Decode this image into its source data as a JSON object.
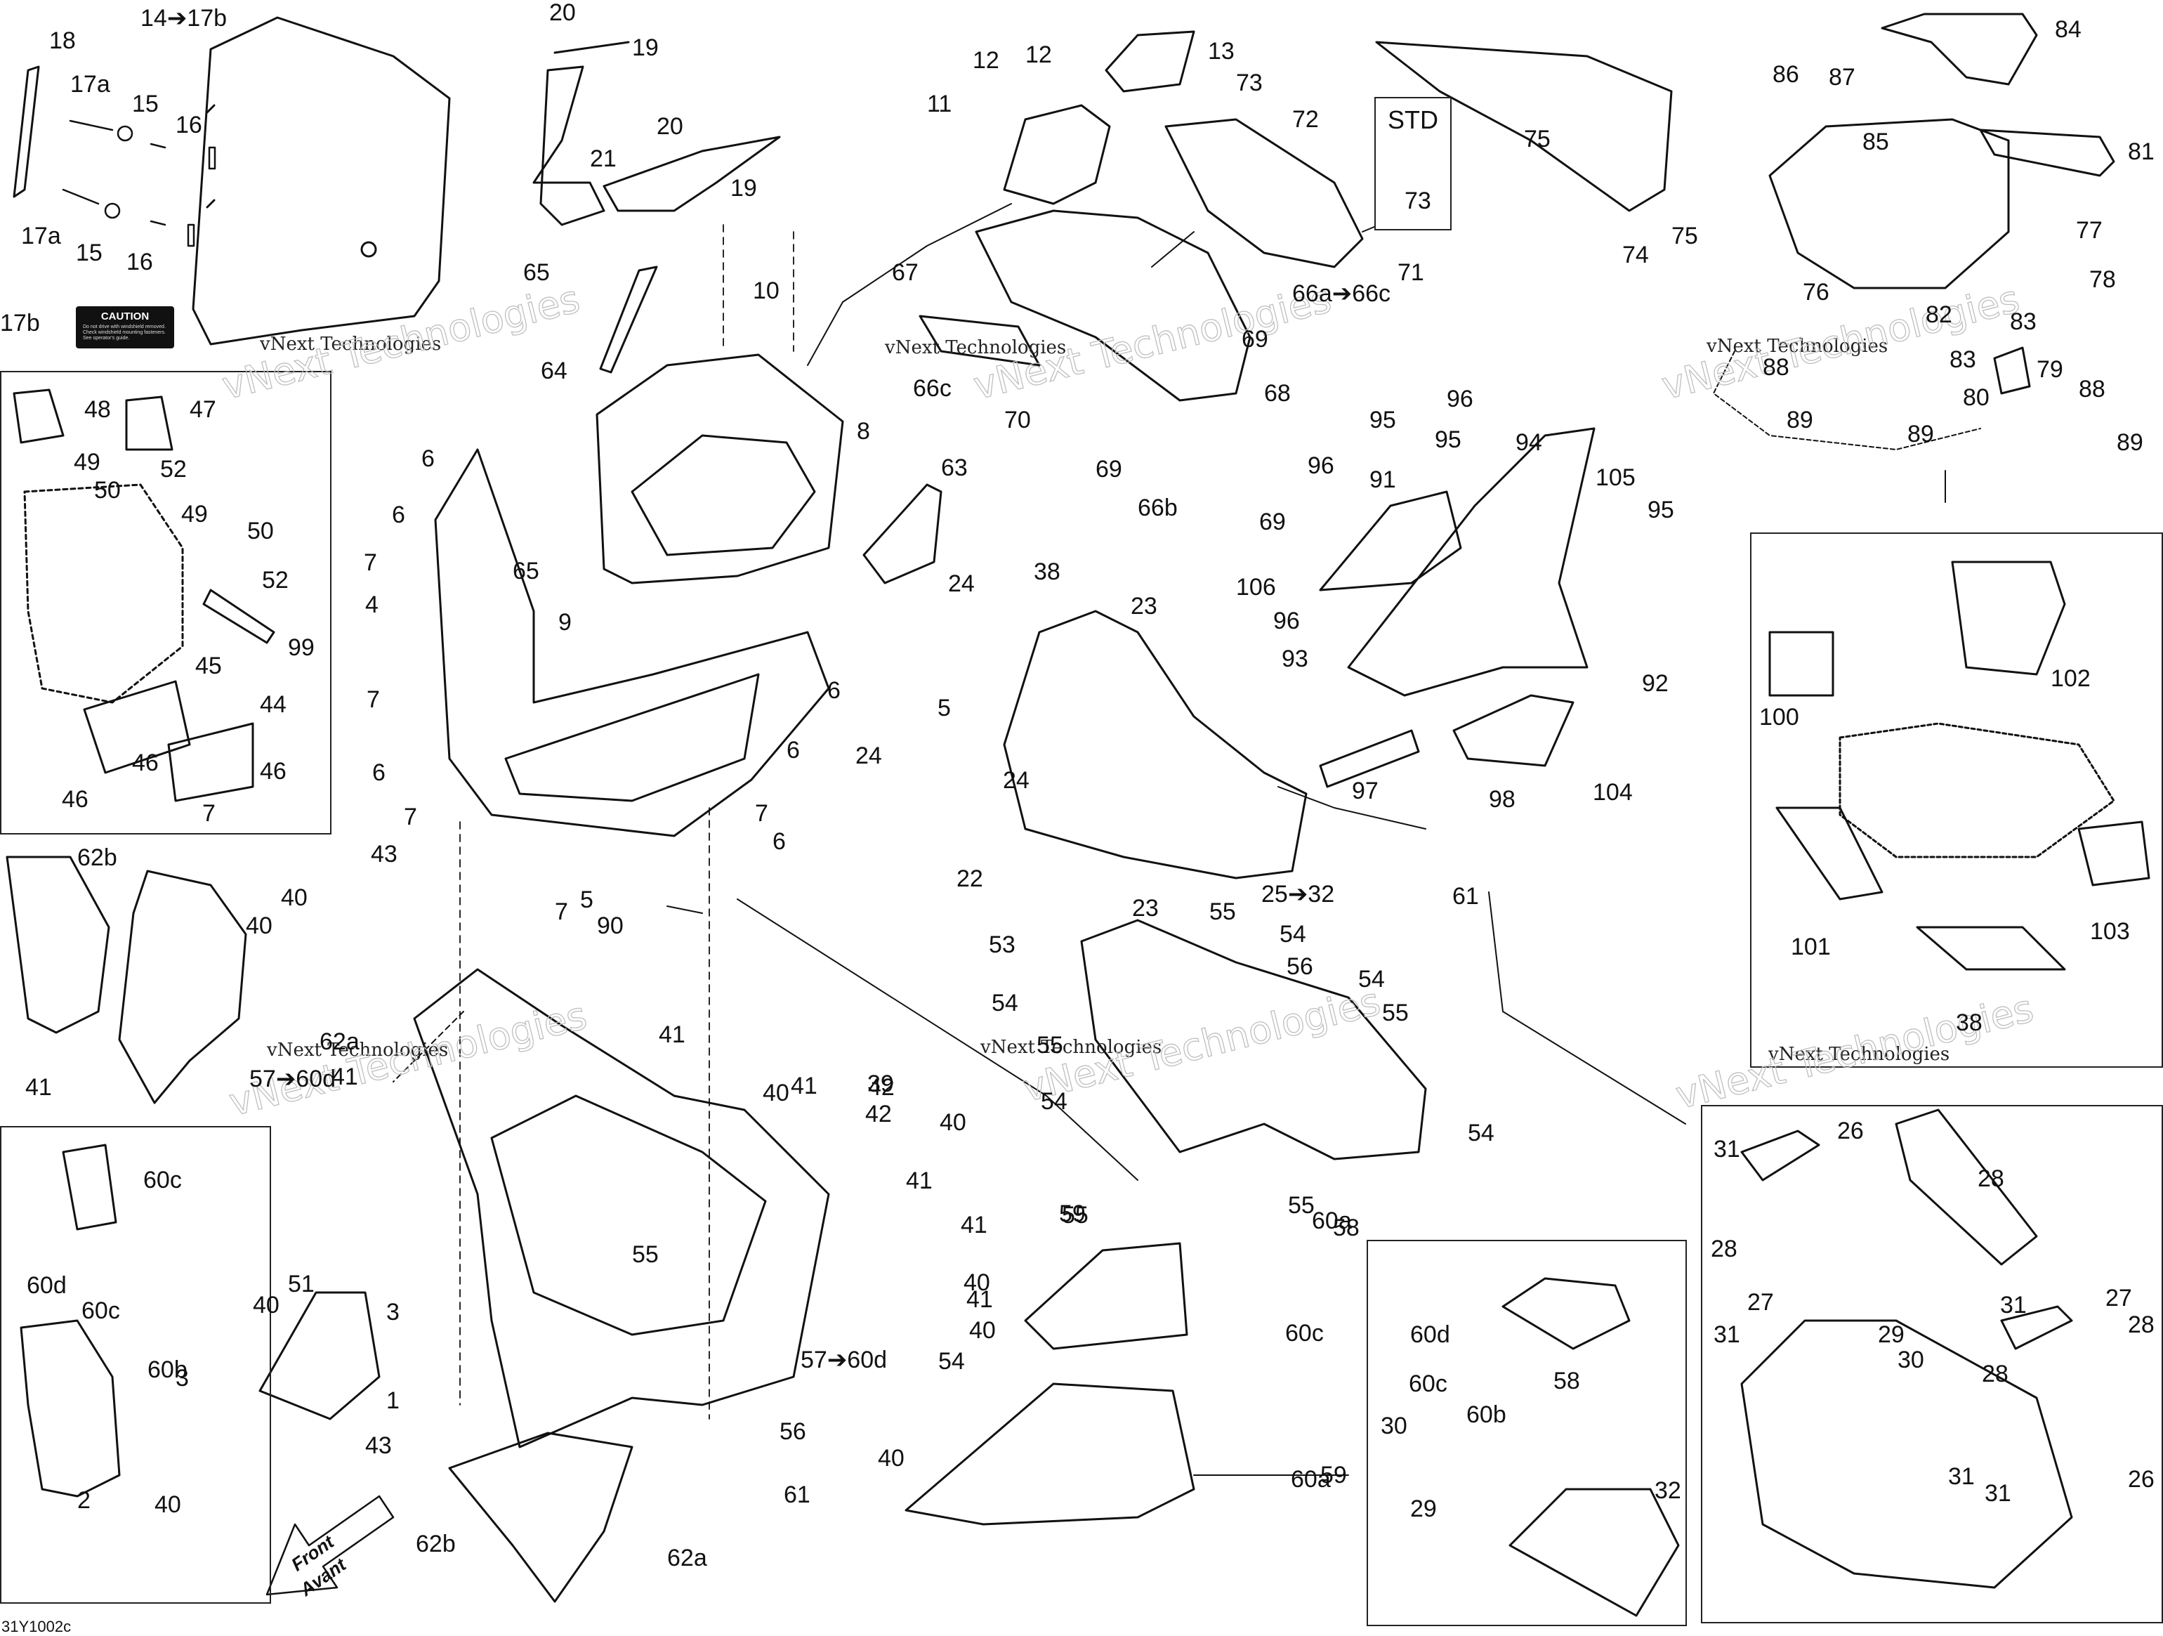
{
  "diagram": {
    "reference_code": "31Y1002c",
    "watermark_text": "vNext Technologies",
    "caution_label": {
      "title": "CAUTION",
      "body": "Do not drive with windshield removed. Check windshield mounting fasteners. See operator's guide."
    },
    "std_box_title": "STD",
    "front_label": "Front",
    "front_label_fr": "Avant",
    "callouts": [
      "14➔17b",
      "18",
      "17a",
      "15",
      "16",
      "17a",
      "15",
      "16",
      "17b",
      "20",
      "19",
      "20",
      "21",
      "19",
      "65",
      "64",
      "12",
      "12",
      "11",
      "13",
      "73",
      "72",
      "71",
      "73",
      "75",
      "74",
      "75",
      "67",
      "66a➔66c",
      "66c",
      "10",
      "8",
      "70",
      "69",
      "69",
      "68",
      "66b",
      "69",
      "86",
      "87",
      "84",
      "85",
      "81",
      "77",
      "76",
      "78",
      "82",
      "83",
      "88",
      "83",
      "79",
      "80",
      "88",
      "89",
      "89",
      "89",
      "48",
      "47",
      "49",
      "50",
      "52",
      "49",
      "50",
      "52",
      "99",
      "45",
      "44",
      "46",
      "46",
      "46",
      "7",
      "6",
      "6",
      "7",
      "4",
      "9",
      "65",
      "63",
      "24",
      "38",
      "23",
      "5",
      "7",
      "6",
      "7",
      "6",
      "6",
      "7",
      "6",
      "7",
      "5",
      "90",
      "96",
      "95",
      "95",
      "94",
      "96",
      "91",
      "106",
      "105",
      "95",
      "96",
      "93",
      "92",
      "98",
      "97",
      "104",
      "102",
      "100",
      "101",
      "103",
      "38",
      "24",
      "24",
      "22",
      "23",
      "25➔32",
      "61",
      "62b",
      "40",
      "40",
      "43",
      "62a",
      "57➔60d",
      "41",
      "41",
      "40",
      "41",
      "41",
      "42",
      "39",
      "42",
      "40",
      "41",
      "41",
      "40",
      "55",
      "54",
      "56",
      "53",
      "55",
      "54",
      "56",
      "54",
      "54",
      "55",
      "55",
      "54",
      "54",
      "55",
      "55",
      "59",
      "60a",
      "58",
      "60c",
      "60d",
      "60c",
      "60b",
      "3",
      "2",
      "40",
      "40",
      "51",
      "3",
      "1",
      "43",
      "62b",
      "62a",
      "41",
      "40",
      "40",
      "57➔60d",
      "61",
      "59",
      "60a",
      "60c",
      "60d",
      "60c",
      "60b",
      "58",
      "30",
      "29",
      "32",
      "31",
      "26",
      "28",
      "28",
      "27",
      "31",
      "29",
      "30",
      "31",
      "27",
      "28",
      "28",
      "31",
      "31",
      "26"
    ]
  }
}
